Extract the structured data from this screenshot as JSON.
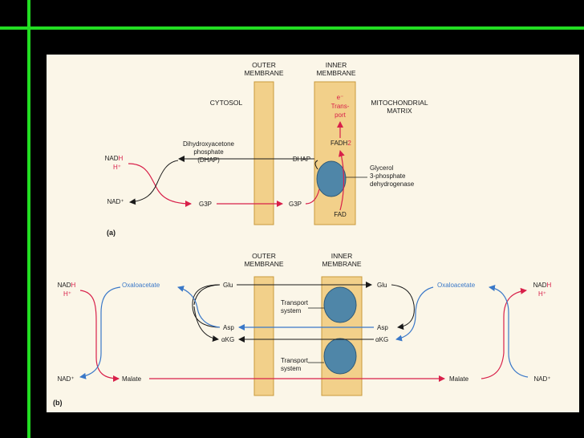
{
  "colors": {
    "background": "#000000",
    "frame_lines": "#22dd22",
    "panel_bg": "#fbf6e8",
    "membrane_fill": "#f2d08a",
    "membrane_stroke": "#c99a3c",
    "protein_fill": "#4f86a8",
    "red": "#d8204a",
    "blue": "#3a78c8",
    "black": "#1a1a1a"
  },
  "panel_a": {
    "outer_membrane": [
      "OUTER",
      "MEMBRANE"
    ],
    "inner_membrane": [
      "INNER",
      "MEMBRANE"
    ],
    "cytosol": "CYTOSOL",
    "matrix": [
      "MITOCHONDRIAL",
      "MATRIX"
    ],
    "electron": "e⁻",
    "transport": [
      "Trans-",
      "port"
    ],
    "fadh2_base": "FADH",
    "fadh2_sub": "2",
    "fad": "FAD",
    "dhap_name": [
      "Dihydroxyacetone",
      "phosphate",
      "(DHAP)"
    ],
    "dhap": "DHAP",
    "g3p_left": "G3P",
    "g3p_right": "G3P",
    "nadh_base": "NAD",
    "nadh_h": "H",
    "h_plus": "H⁺",
    "nad_plus": "NAD⁺",
    "enzyme": [
      "Glycerol",
      "3-phosphate",
      "dehydrogenase"
    ],
    "label": "(a)"
  },
  "panel_b": {
    "outer_membrane": [
      "OUTER",
      "MEMBRANE"
    ],
    "inner_membrane": [
      "INNER",
      "MEMBRANE"
    ],
    "nadh_left_base": "NAD",
    "nadh_left_h": "H",
    "h_plus_left": "H⁺",
    "nad_plus_left": "NAD⁺",
    "oxaloacetate_left": "Oxaloacetate",
    "glu_left": "Glu",
    "asp_left": "Asp",
    "akg_left": "αKG",
    "malate_left": "Malate",
    "transport_system_1": [
      "Transport",
      "system"
    ],
    "transport_system_2": [
      "Transport",
      "system"
    ],
    "glu_right": "Glu",
    "asp_right": "Asp",
    "akg_right": "αKG",
    "malate_right": "Malate",
    "oxaloacetate_right": "Oxaloacetate",
    "nadh_right_base": "NAD",
    "nadh_right_h": "H",
    "h_plus_right": "H⁺",
    "nad_plus_right": "NAD⁺",
    "label": "(b)"
  }
}
